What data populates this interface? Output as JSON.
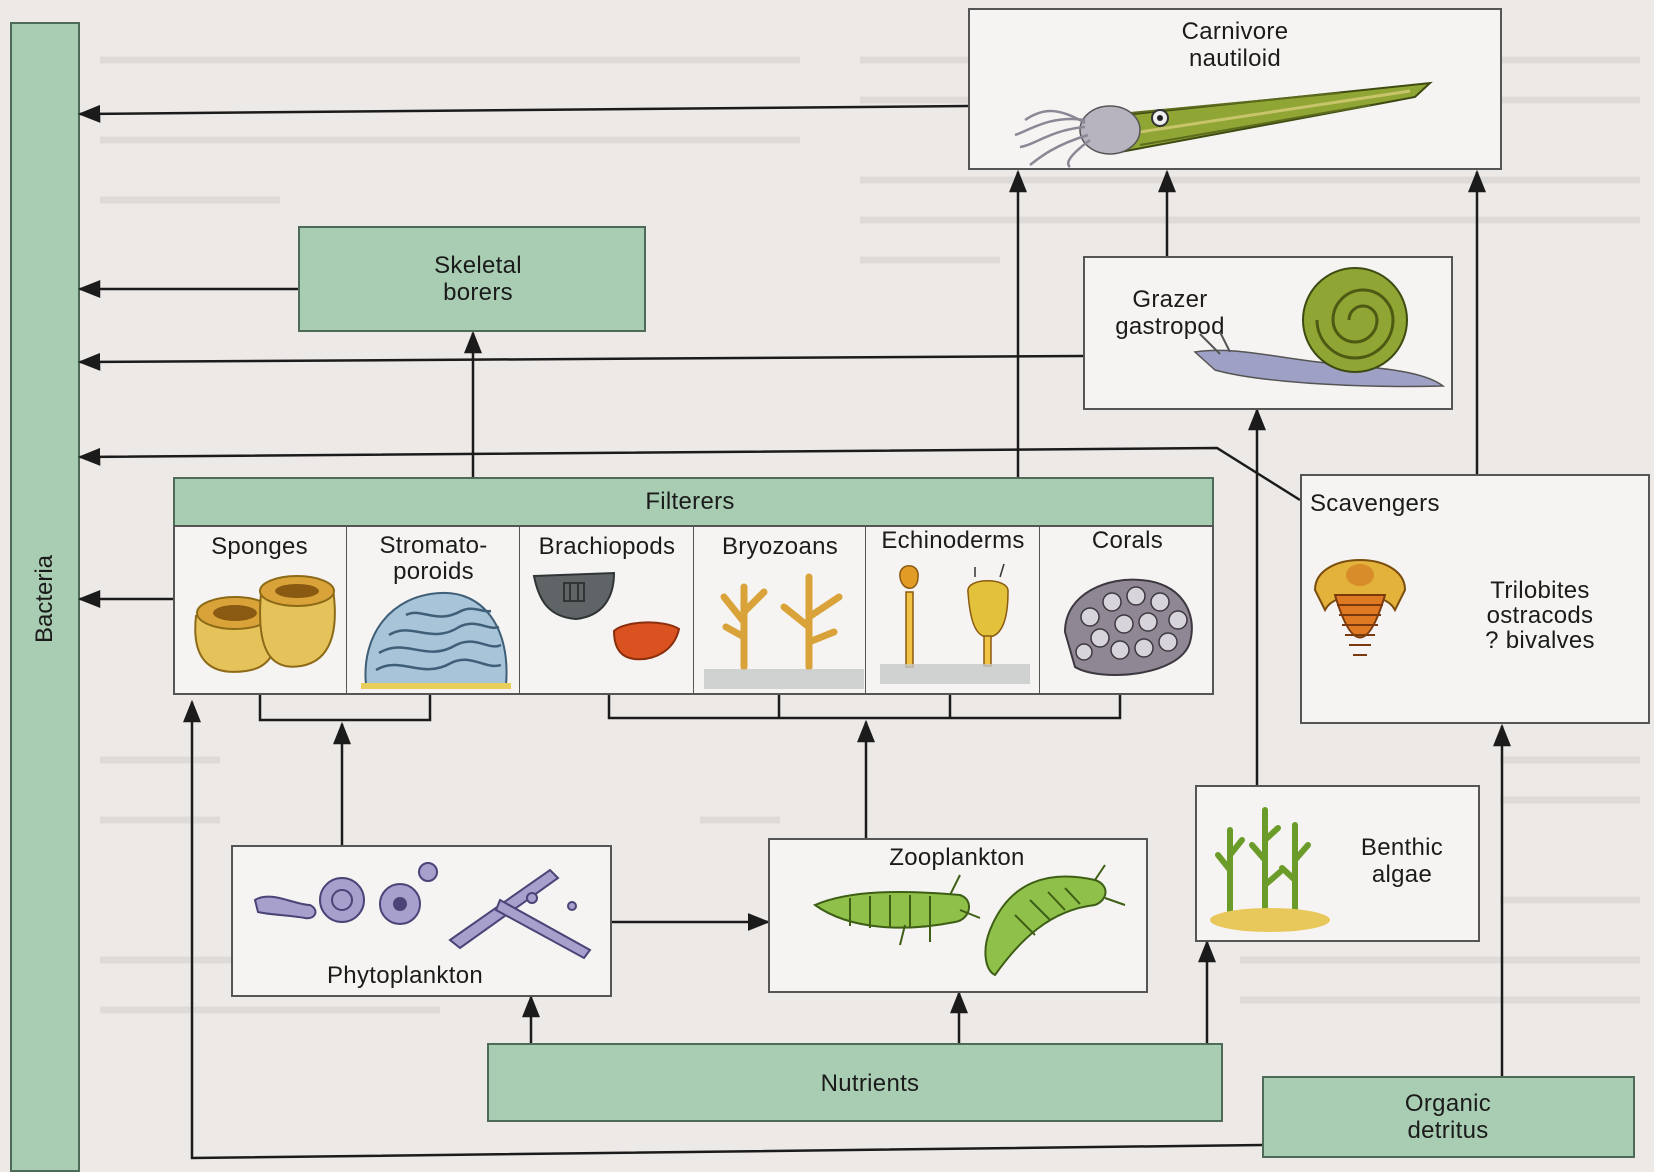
{
  "bacteria": "Bacteria",
  "carnivore_nautiloid": "Carnivore\nnautiloid",
  "skeletal_borers": "Skeletal\nborers",
  "grazer_gastropod": "Grazer\ngastropod",
  "scavengers": "Scavengers",
  "scavenger_members": "Trilobites\nostracods\n? bivalves",
  "filterers": {
    "title": "Filterers",
    "groups": [
      "Sponges",
      "Stromato-\nporoids",
      "Brachiopods",
      "Bryozoans",
      "Echinoderms",
      "Corals"
    ]
  },
  "phytoplankton": "Phytoplankton",
  "zooplankton": "Zooplankton",
  "benthic_algae": "Benthic\nalgae",
  "nutrients": "Nutrients",
  "organic_detritus": "Organic\ndetritus",
  "colors": {
    "box_green": "#a8cdb3",
    "background": "#ece9e7",
    "arrow": "#1b1b1b"
  }
}
